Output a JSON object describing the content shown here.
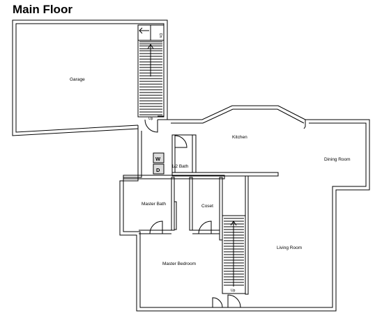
{
  "page_title": "Main Floor",
  "rooms": {
    "garage": "Garage",
    "kitchen": "Kitchen",
    "dining_room": "Dining Room",
    "half_bath": "1/2 Bath",
    "master_bath": "Master Bath",
    "closet": "Coset",
    "master_bedroom": "Master Bedroom",
    "living_room": "Living Room"
  },
  "appliances": {
    "washer": "W",
    "dryer": "D"
  },
  "stairs": {
    "garage_label": "Up",
    "front_label": "Up",
    "garage_down_label": "Dn"
  }
}
